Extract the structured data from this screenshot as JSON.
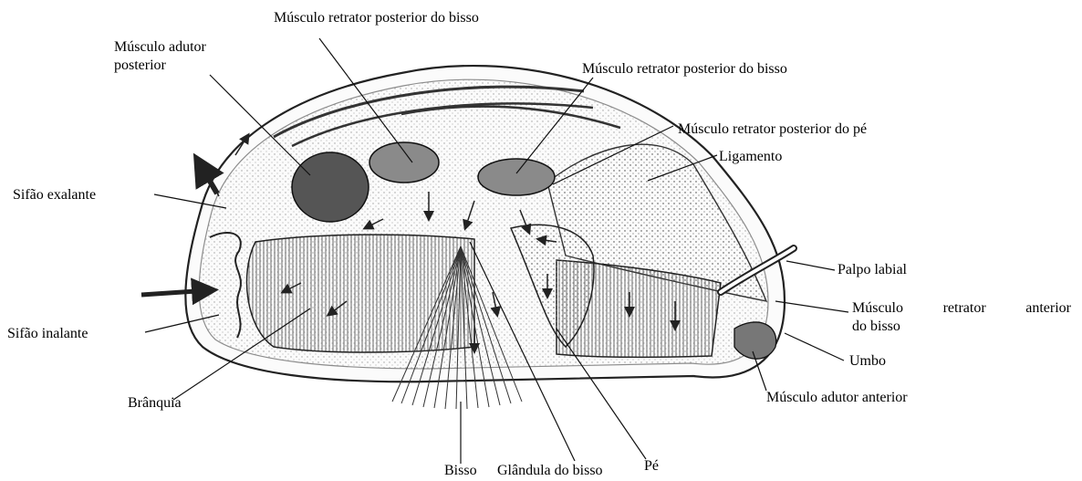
{
  "labels": {
    "retrator_posterior_bisso_top": "Músculo retrator posterior do bisso",
    "adutor_posterior": [
      "Músculo adutor",
      "posterior"
    ],
    "retrator_posterior_bisso_right": "Músculo retrator posterior do bisso",
    "retrator_posterior_pe": "Músculo retrator posterior do pé",
    "ligamento": "Ligamento",
    "sifao_exalante": "Sifão exalante",
    "palpo_labial": "Palpo labial",
    "retrator_anterior_bisso": [
      "Músculo",
      "retrator",
      "anterior",
      "do bisso"
    ],
    "sifao_inalante": "Sifão inalante",
    "umbo": "Umbo",
    "branquia": "Brânquia",
    "adutor_anterior": "Músculo adutor anterior",
    "bisso": "Bisso",
    "glandula_bisso": "Glândula do bisso",
    "pe": "Pé"
  }
}
